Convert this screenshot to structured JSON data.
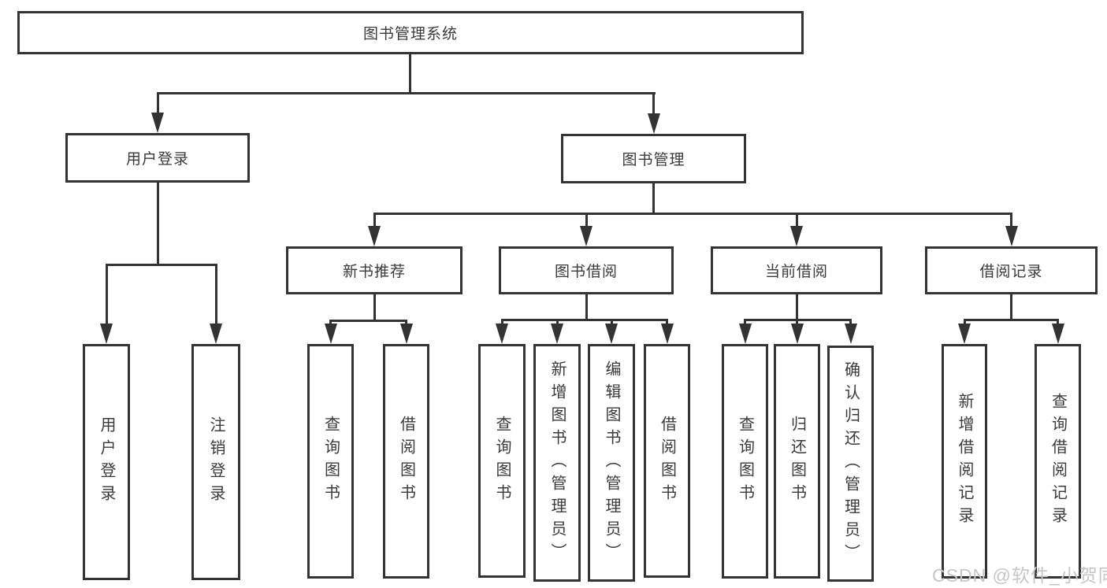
{
  "diagram_title": "图书管理系统",
  "nodes": {
    "root": "图书管理系统",
    "user_login": "用户登录",
    "book_mgmt": "图书管理",
    "user_login_children": [
      "用户登录",
      "注销登录"
    ],
    "new_book_rec": "新书推荐",
    "book_borrow": "图书借阅",
    "current_borrow": "当前借阅",
    "borrow_record": "借阅记录",
    "new_book_rec_children": [
      "查询图书",
      "借阅图书"
    ],
    "book_borrow_children": [
      "查询图书",
      "新增图书（管理员）",
      "编辑图书（管理员）",
      "借阅图书"
    ],
    "current_borrow_children": [
      "查询图书",
      "归还图书",
      "确认归还（管理员）"
    ],
    "borrow_record_children": [
      "新增借阅记录",
      "查询借阅记录"
    ]
  },
  "watermark": "CSDN @软件_小贺同学",
  "colors": {
    "line": "#333333",
    "text": "#3a3a3a",
    "watermark": "#c6c6c6",
    "background": "#ffffff"
  }
}
